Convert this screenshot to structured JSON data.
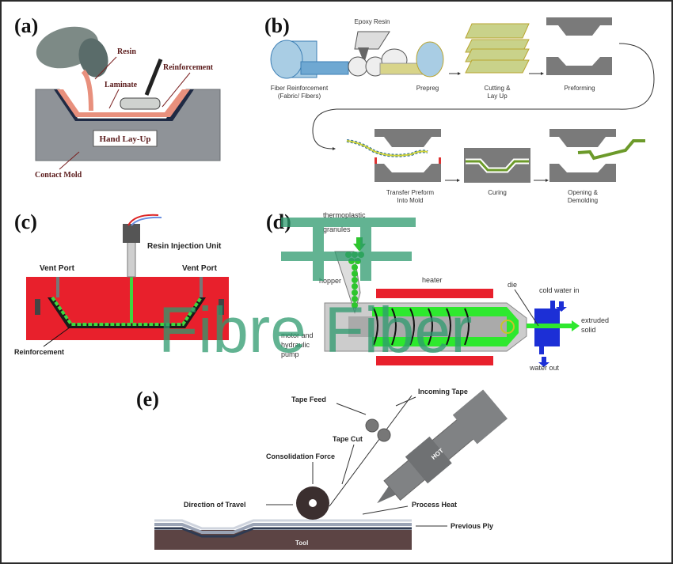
{
  "figure": {
    "panels": {
      "a": {
        "label": "(a)",
        "title": "Hand Lay-Up",
        "annotations": {
          "resin": "Resin",
          "reinforcement": "Reinforcement",
          "laminate": "Laminate",
          "contact_mold": "Contact Mold"
        }
      },
      "b": {
        "label": "(b)",
        "top_label": "Epoxy Resin",
        "steps": [
          {
            "line1": "Fiber Reinforcement",
            "line2": "(Fabric/ Fibers)"
          },
          {
            "line1": "Prepreg",
            "line2": ""
          },
          {
            "line1": "Cutting &",
            "line2": "Lay Up"
          },
          {
            "line1": "Preforming",
            "line2": ""
          },
          {
            "line1": "Transfer Preform",
            "line2": "Into Mold"
          },
          {
            "line1": "Curing",
            "line2": ""
          },
          {
            "line1": "Opening &",
            "line2": "Demolding"
          }
        ]
      },
      "c": {
        "label": "(c)",
        "annotations": {
          "injection_unit": "Resin Injection Unit",
          "vent_left": "Vent Port",
          "vent_right": "Vent Port",
          "reinforcement": "Reinforcement"
        }
      },
      "d": {
        "label": "(d)",
        "annotations": {
          "granules_1": "thermoplastic",
          "granules_2": "granules",
          "hopper": "hopper",
          "heater": "heater",
          "die": "die",
          "cold_water": "cold water in",
          "water_out": "water out",
          "extruded_1": "extruded",
          "extruded_2": "solid",
          "motor_1": "motor and",
          "motor_2": "hydraulic",
          "motor_3": "pump"
        }
      },
      "e": {
        "label": "(e)",
        "annotations": {
          "tape_feed": "Tape Feed",
          "incoming_tape": "Incoming Tape",
          "tape_cut": "Tape Cut",
          "consolidation": "Consolidation Force",
          "direction": "Direction of Travel",
          "process_heat": "Process Heat",
          "previous_ply": "Previous Ply",
          "tool": "Tool",
          "hot": "HOT"
        }
      }
    },
    "watermark": {
      "text": "Fibre Fiber",
      "color": "#2e9a6e"
    }
  }
}
